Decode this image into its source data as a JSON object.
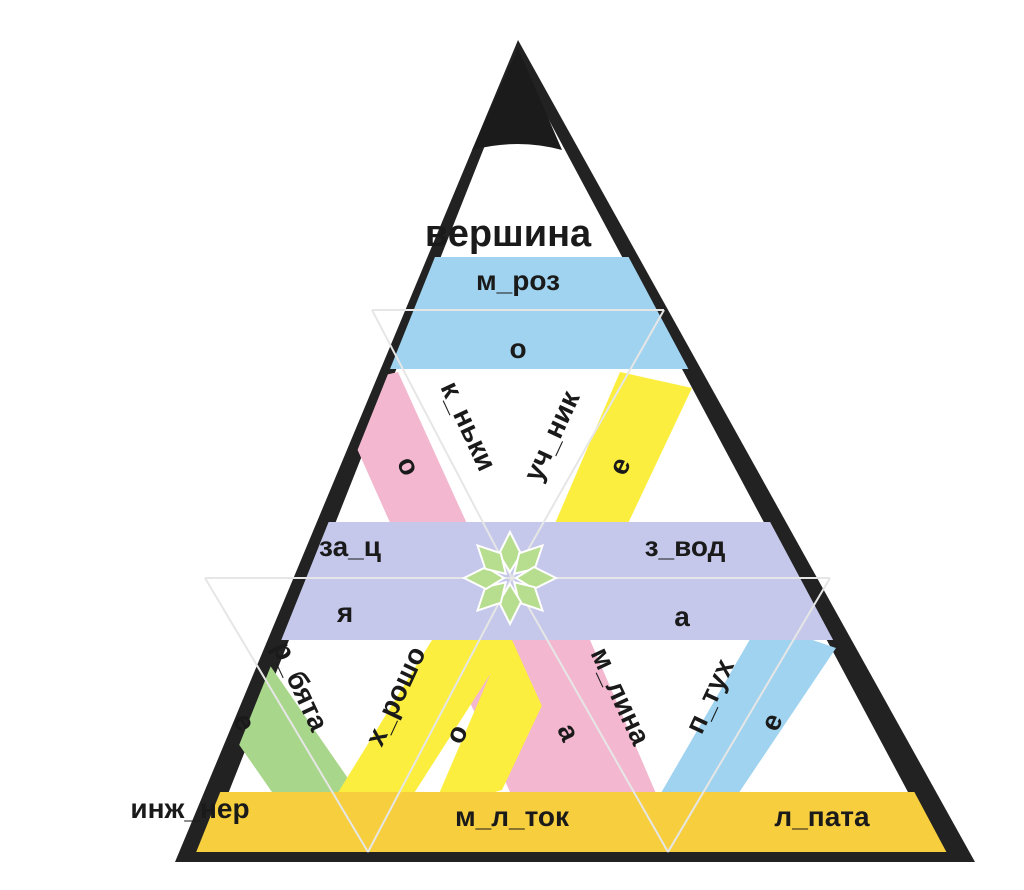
{
  "title": "вершина",
  "colors": {
    "blue": "#9fd3ef",
    "lavender": "#c5c8ea",
    "pink": "#f3b8cf",
    "yellow": "#fbee3f",
    "green": "#a8d68a",
    "gold": "#f7cf3e",
    "frame": "#222222",
    "snowflake_green": "#b7dd8f",
    "snowflake_blue": "#78c6ea",
    "snowflake_yellow": "#f5e74d"
  },
  "cards": {
    "top_word": "м_роз",
    "top_letter": "о",
    "pink_upper_word": "к_ньки",
    "pink_upper_letter": "о",
    "yellow_upper_word": "уч_ник",
    "yellow_upper_letter": "е",
    "mid_left_word": "за_ц",
    "mid_left_letter": "я",
    "mid_right_word": "з_вод",
    "mid_right_letter": "а",
    "green_word": "р_бята",
    "green_letter": "е",
    "yellow_lower_word": "х_рошо",
    "yellow_lower_letter": "о",
    "pink_lower_word": "м_лина",
    "pink_lower_letter": "а",
    "blue_lower_word": "п_тух",
    "blue_lower_letter": "е",
    "bottom_left_word": "инж_нер",
    "bottom_mid_word": "м_л_ток",
    "bottom_right_word": "л_пата"
  },
  "icons": {
    "center": "snowflake-icon",
    "bottom_left": "snowflake-icon",
    "bottom_right": "snowflake-icon"
  }
}
